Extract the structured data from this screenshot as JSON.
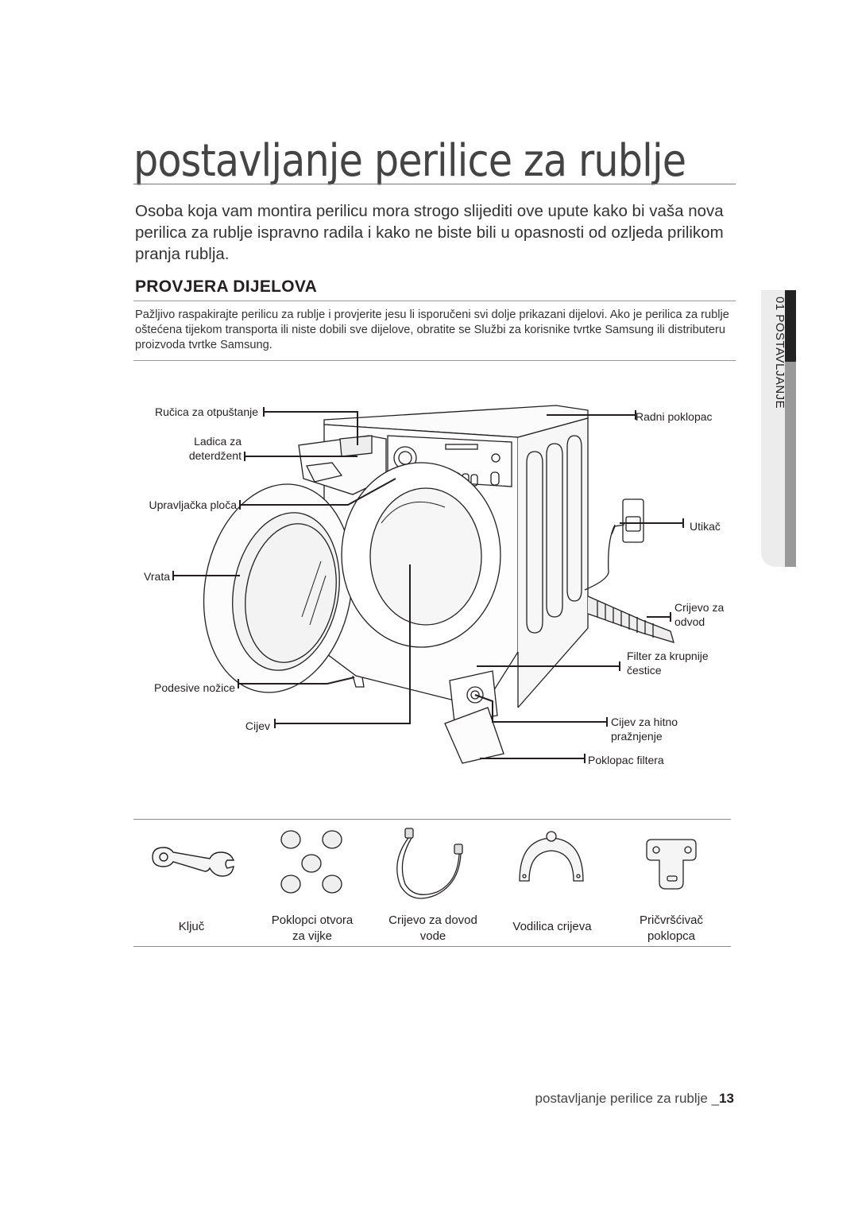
{
  "page": {
    "title": "postavljanje perilice za rublje",
    "intro": "Osoba koja vam montira perilicu mora strogo slijediti ove upute kako bi vaša nova perilica za rublje ispravno radila i kako ne biste bili u opasnosti od ozljeda prilikom pranja rublja."
  },
  "section": {
    "heading": "PROVJERA DIJELOVA",
    "text": "Pažljivo raspakirajte perilicu za rublje i provjerite jesu li isporučeni svi dolje prikazani dijelovi. Ako je perilica za rublje oštećena tijekom transporta ili niste dobili sve dijelove, obratite se Službi za korisnike tvrtke Samsung ili distributeru proizvoda tvrtke Samsung."
  },
  "side_tab": {
    "label": "01 POSTAVLJANJE"
  },
  "diagram": {
    "labels": {
      "release_handle": "Ručica za otpuštanje",
      "detergent_drawer_1": "Ladica za",
      "detergent_drawer_2": "deterdžent",
      "control_panel": "Upravljačka ploča",
      "door": "Vrata",
      "adjustable_feet": "Podesive nožice",
      "tube": "Cijev",
      "worktop": "Radni poklopac",
      "plug": "Utikač",
      "drain_hose_1": "Crijevo za",
      "drain_hose_2": "odvod",
      "debris_filter_1": "Filter za krupnije",
      "debris_filter_2": "čestice",
      "emergency_drain_1": "Cijev za hitno",
      "emergency_drain_2": "pražnjenje",
      "filter_cover": "Poklopac filtera"
    }
  },
  "parts": [
    {
      "icon": "spanner-icon",
      "label_1": "Ključ",
      "label_2": ""
    },
    {
      "icon": "hole-caps-icon",
      "label_1": "Poklopci otvora",
      "label_2": "za vijke"
    },
    {
      "icon": "water-supply-hose-icon",
      "label_1": "Crijevo za dovod",
      "label_2": "vode"
    },
    {
      "icon": "hose-guide-icon",
      "label_1": "Vodilica crijeva",
      "label_2": ""
    },
    {
      "icon": "cover-holder-icon",
      "label_1": "Pričvršćivač",
      "label_2": "poklopca"
    }
  ],
  "footer": {
    "text": "postavljanje perilice za rublje _",
    "page_number": "13"
  }
}
